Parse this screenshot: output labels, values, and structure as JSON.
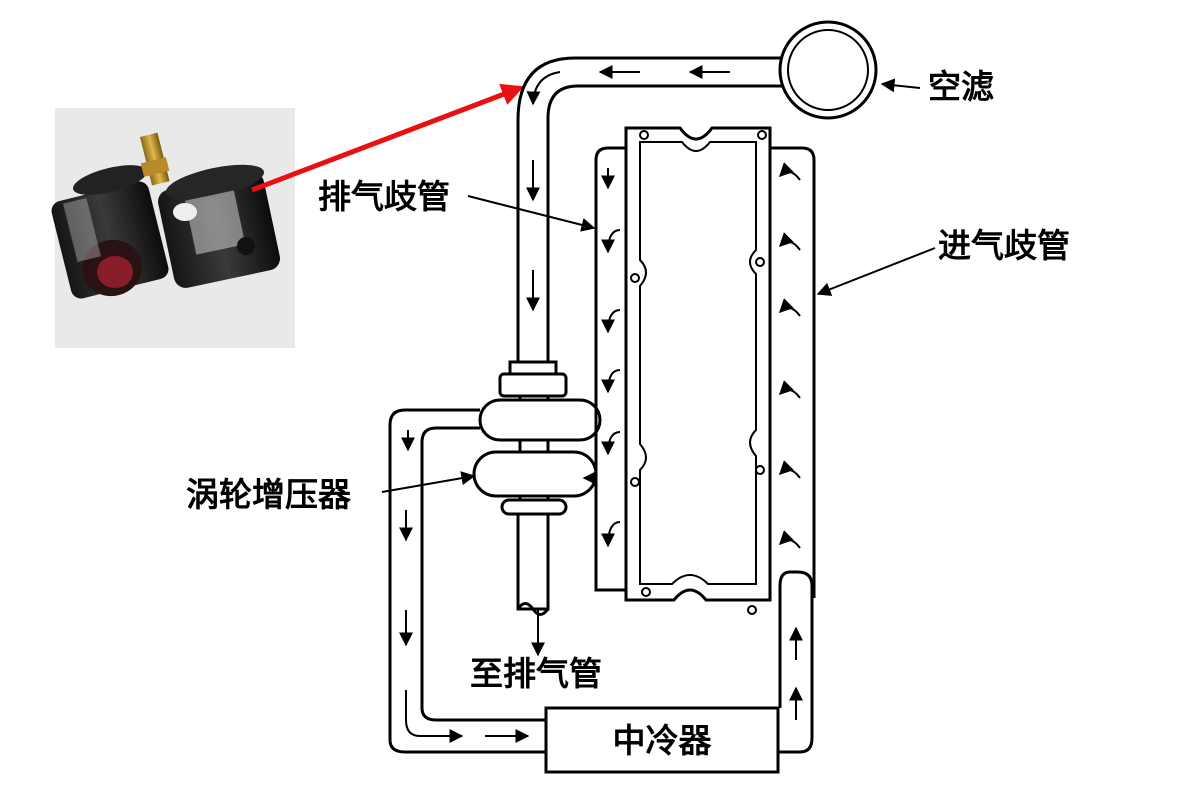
{
  "colors": {
    "background": "#ffffff",
    "line": "#000000",
    "pointer_arrow": "#e81010",
    "photo_background": "#e9e9e9"
  },
  "labels": {
    "air_filter": "空滤",
    "exhaust_manifold": "排气歧管",
    "intake_manifold": "进气歧管",
    "turbocharger": "涡轮增压器",
    "to_exhaust": "至排气管",
    "intercooler": "中冷器"
  },
  "photo": {
    "subject": "two-cylindrical-sensor-components-photo"
  },
  "icons": [
    "red-pointer-arrow",
    "flow-direction-arrow",
    "leader-arrow"
  ]
}
